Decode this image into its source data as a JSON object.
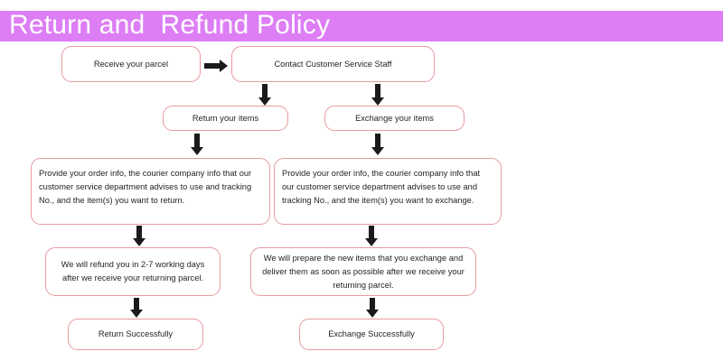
{
  "header": {
    "title": "Return and  Refund Policy",
    "banner_color": "#dd7ef5",
    "title_color": "#ffffff"
  },
  "theme": {
    "box_border_color": "#e89aa0",
    "box_fill_color": "#ffffff",
    "text_color": "#231f20",
    "arrow_color": "#1a1a1a"
  },
  "chart_data": {
    "type": "diagram",
    "title": "Return and  Refund Policy",
    "nodes": [
      {
        "id": "receive-parcel",
        "label": "Receive your parcel"
      },
      {
        "id": "contact-staff",
        "label": "Contact Customer Service Staff"
      },
      {
        "id": "return-items",
        "label": "Return your items"
      },
      {
        "id": "exchange-items",
        "label": "Exchange your items"
      },
      {
        "id": "provide-info-return",
        "label": "Provide your order info, the courier company info that our customer service department advises to use and tracking No., and the item(s) you want to return."
      },
      {
        "id": "provide-info-exchange",
        "label": "Provide your order info, the courier company info that our customer service department advises to use and tracking No., and the item(s) you want to exchange."
      },
      {
        "id": "refund-timeline",
        "label": "We will refund you in 2-7 working days after we receive your returning parcel."
      },
      {
        "id": "prepare-new-items",
        "label": "We will prepare the new items that you exchange  and deliver them as soon as possible after we receive your returning parcel."
      },
      {
        "id": "return-success",
        "label": "Return Successfully"
      },
      {
        "id": "exchange-success",
        "label": "Exchange Successfully"
      }
    ],
    "edges": [
      {
        "from": "receive-parcel",
        "to": "contact-staff",
        "direction": "right"
      },
      {
        "from": "contact-staff",
        "to": "return-items",
        "direction": "down"
      },
      {
        "from": "contact-staff",
        "to": "exchange-items",
        "direction": "down"
      },
      {
        "from": "return-items",
        "to": "provide-info-return",
        "direction": "down"
      },
      {
        "from": "exchange-items",
        "to": "provide-info-exchange",
        "direction": "down"
      },
      {
        "from": "provide-info-return",
        "to": "refund-timeline",
        "direction": "down"
      },
      {
        "from": "provide-info-exchange",
        "to": "prepare-new-items",
        "direction": "down"
      },
      {
        "from": "refund-timeline",
        "to": "return-success",
        "direction": "down"
      },
      {
        "from": "prepare-new-items",
        "to": "exchange-success",
        "direction": "down"
      }
    ]
  },
  "nodes": {
    "receive_parcel": "Receive your parcel",
    "contact_staff": "Contact Customer Service Staff",
    "return_items": "Return your items",
    "exchange_items": "Exchange your items",
    "provide_info_return": "Provide your order info, the courier company info that our customer service department advises to use and tracking No., and the item(s) you want to return.",
    "provide_info_exchange": "Provide your order info, the courier company info that our customer service department advises to use and tracking No., and the item(s) you want to exchange.",
    "refund_timeline": "We will refund you in 2-7 working days after we receive your returning parcel.",
    "prepare_new_items": "We will prepare the new items that you exchange  and deliver them as soon as possible after we receive your returning parcel.",
    "return_success": "Return Successfully",
    "exchange_success": "Exchange Successfully"
  }
}
